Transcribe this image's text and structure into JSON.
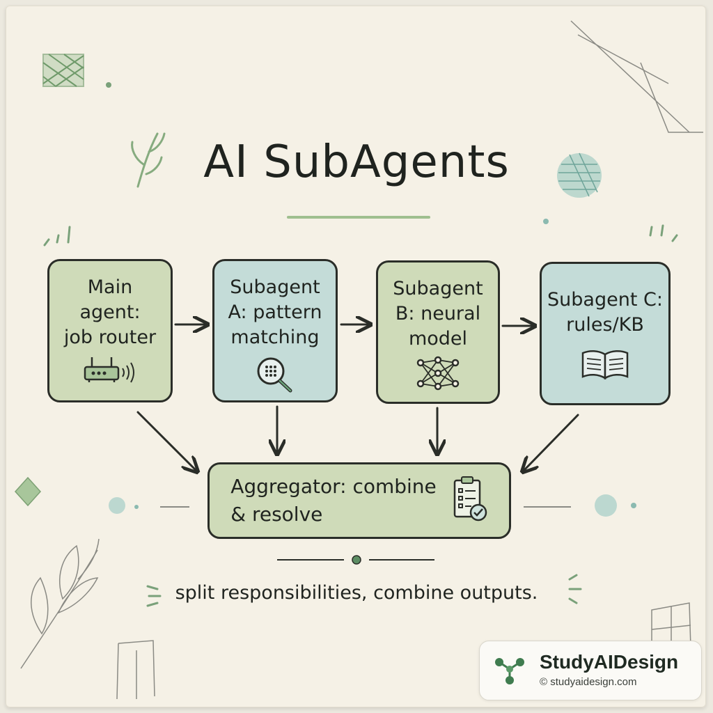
{
  "title": "AI SubAgents",
  "boxes": {
    "main_agent": {
      "label": "Main\nagent:\njob router",
      "icon": "router-icon"
    },
    "subagent_a": {
      "label": "Subagent\nA: pattern\nmatching",
      "icon": "magnifier-icon"
    },
    "subagent_b": {
      "label": "Subagent\nB: neural\nmodel",
      "icon": "neural-network-icon"
    },
    "subagent_c": {
      "label": "Subagent C:\nrules/KB",
      "icon": "open-book-icon"
    },
    "aggregator": {
      "label": "Aggregator: combine\n& resolve",
      "icon": "clipboard-check-icon"
    }
  },
  "tagline": "split responsibilities, combine outputs.",
  "brand": {
    "name": "StudyAIDesign",
    "url": "© studyaidesign.com"
  },
  "colors": {
    "paper": "#f5f1e6",
    "box_green": "#cfdbb9",
    "box_blue": "#c4dcd8",
    "stroke": "#2a2d28",
    "accent_green": "#4f8a5c"
  }
}
